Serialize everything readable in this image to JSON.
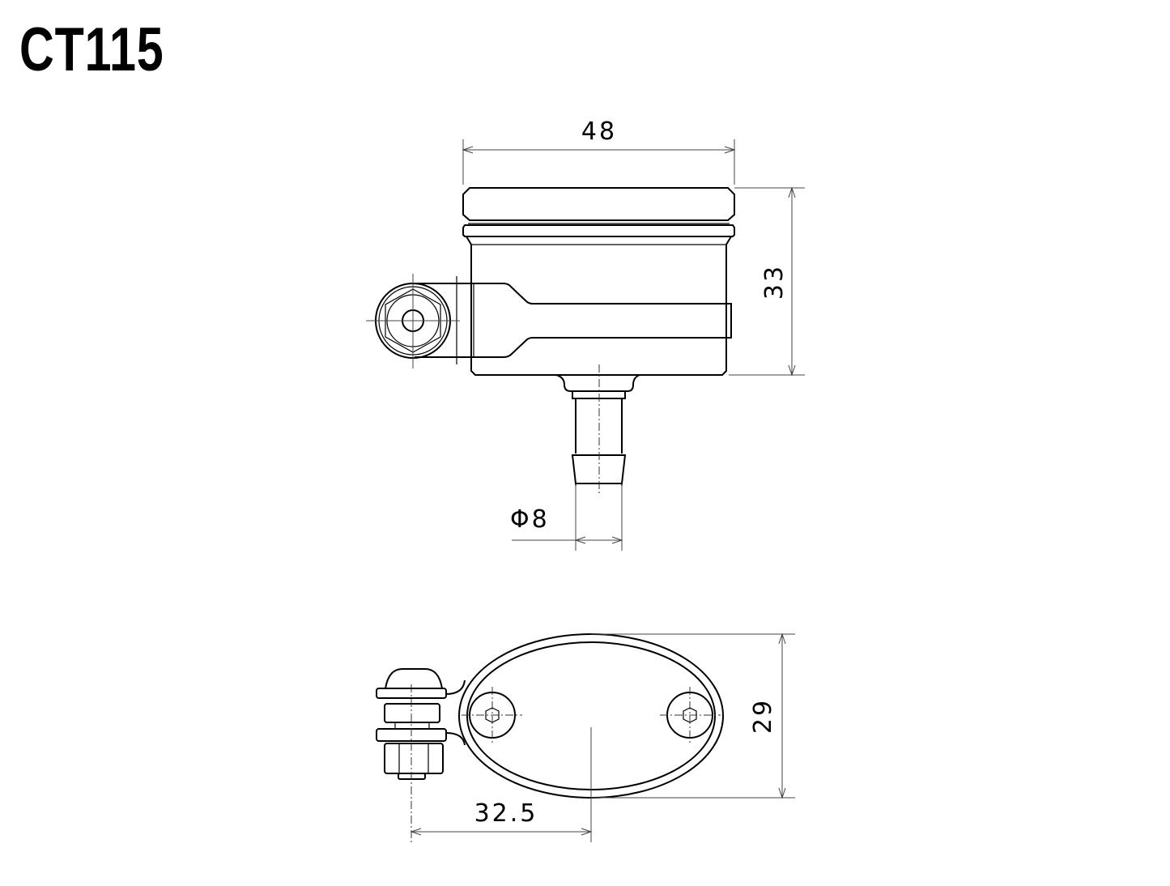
{
  "title": "CT115",
  "dimensions": {
    "width_top": "48",
    "height_side": "33",
    "hose_diameter": "Φ8",
    "oval_height": "29",
    "offset": "32.5"
  }
}
